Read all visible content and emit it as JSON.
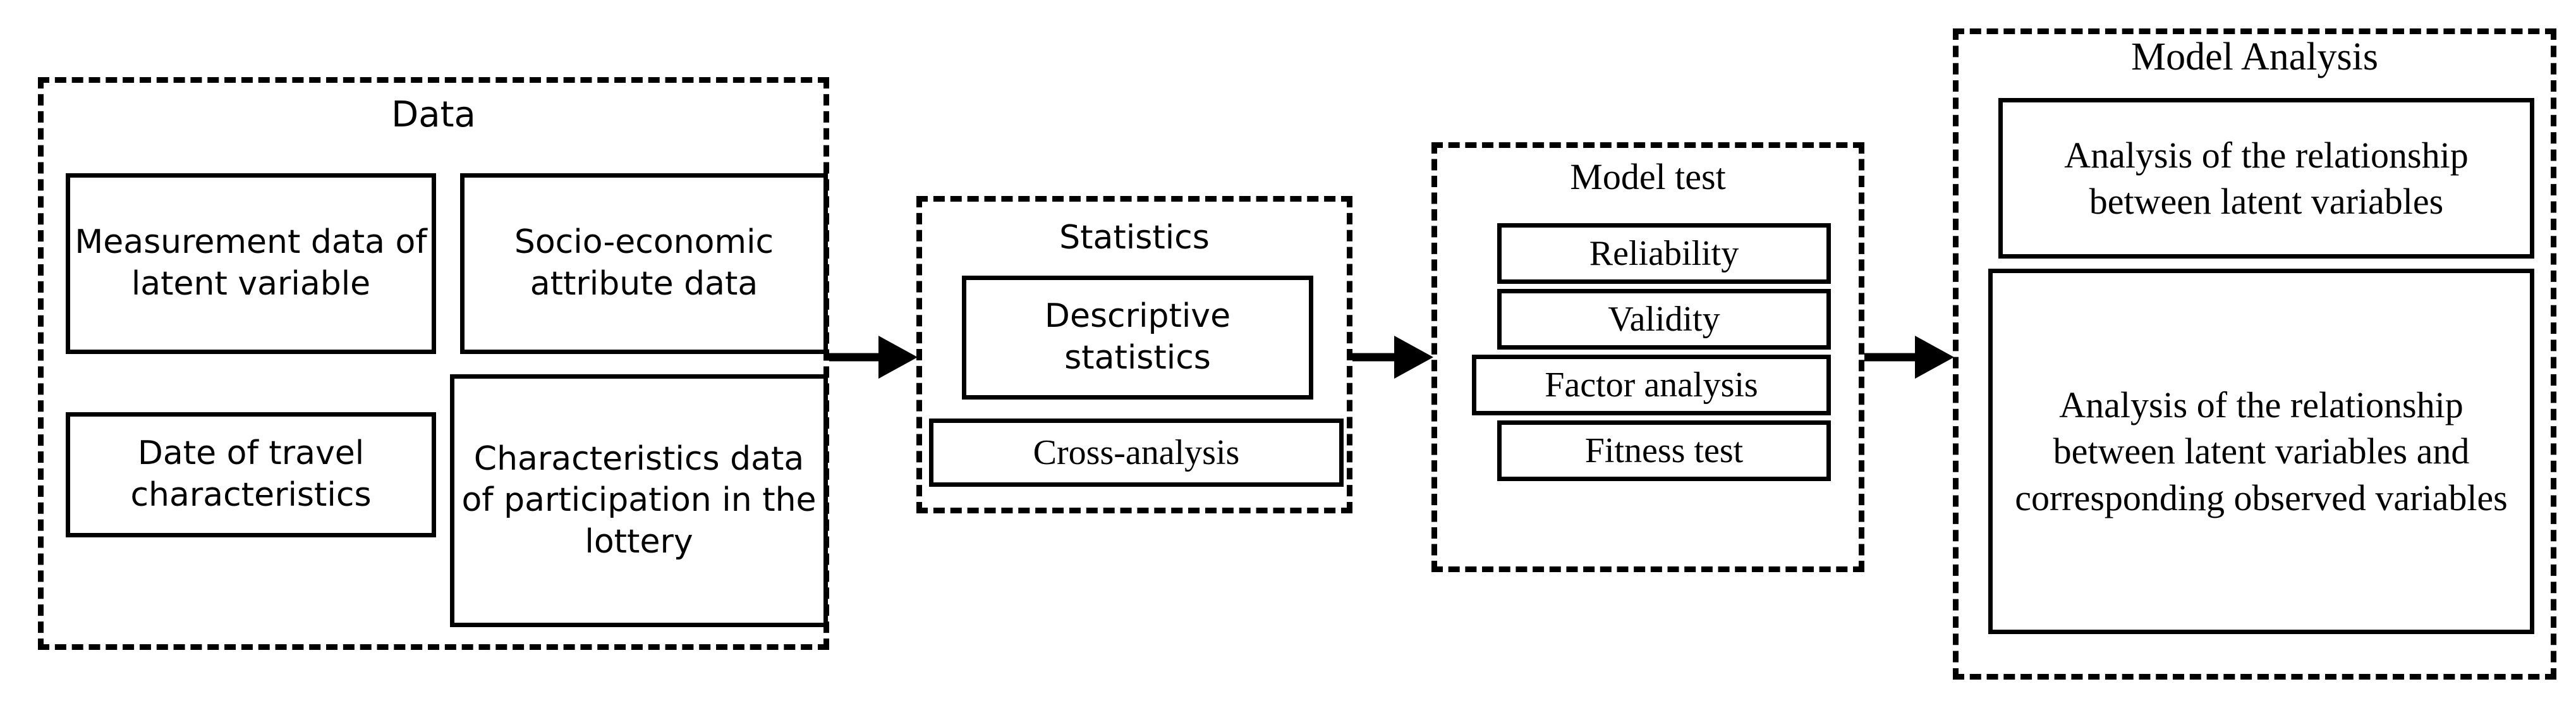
{
  "diagram": {
    "title": "Research methodology flowchart",
    "line_color": "#000000",
    "background_color": "#ffffff"
  },
  "groups": [
    {
      "id": "data",
      "title": "Data",
      "font": "sans",
      "boxes": [
        {
          "id": "measurement",
          "label": "Measurement data of latent variable"
        },
        {
          "id": "socio",
          "label": "Socio-economic attribute data"
        },
        {
          "id": "travel",
          "label": "Date of travel characteristics"
        },
        {
          "id": "lottery",
          "label": "Characteristics data of participation in the lottery"
        }
      ]
    },
    {
      "id": "statistics",
      "title": "Statistics",
      "font": "sans",
      "boxes": [
        {
          "id": "descriptive",
          "label": "Descriptive statistics"
        },
        {
          "id": "cross",
          "label": "Cross-analysis"
        }
      ]
    },
    {
      "id": "model_test",
      "title": "Model test",
      "font": "serif",
      "boxes": [
        {
          "id": "reliability",
          "label": "Reliability"
        },
        {
          "id": "validity",
          "label": "Validity"
        },
        {
          "id": "factor",
          "label": "Factor analysis"
        },
        {
          "id": "fitness",
          "label": "Fitness test"
        }
      ]
    },
    {
      "id": "model_analysis",
      "title": "Model Analysis",
      "font": "serif",
      "boxes": [
        {
          "id": "latent_rel",
          "label": "Analysis of the relationship between latent variables"
        },
        {
          "id": "observed_rel",
          "label": "Analysis of the relationship between latent variables and corresponding observed variables"
        }
      ]
    }
  ],
  "arrows": [
    {
      "id": "data_to_statistics",
      "from": "data",
      "to": "statistics",
      "direction": "right"
    },
    {
      "id": "statistics_to_model_test",
      "from": "statistics",
      "to": "model_test",
      "direction": "right"
    },
    {
      "id": "model_test_to_model_analysis",
      "from": "model_test",
      "to": "model_analysis",
      "direction": "right"
    }
  ]
}
